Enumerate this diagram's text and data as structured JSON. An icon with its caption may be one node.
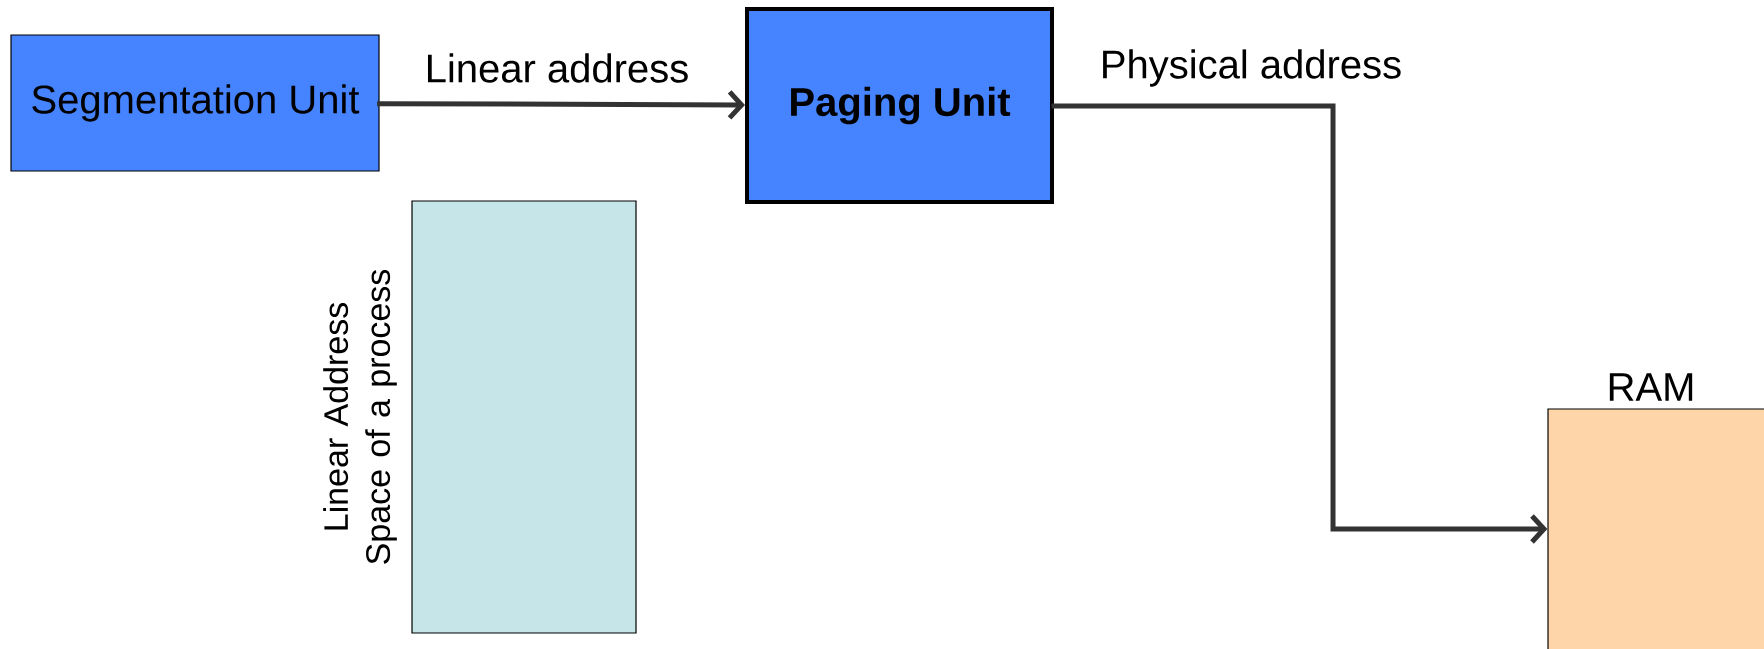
{
  "diagram": {
    "nodes": [
      {
        "text": [
          "Segmentation Unit"
        ]
      },
      {
        "text": [
          "Paging Unit"
        ]
      },
      {
        "text": [
          "Linear Address Space of a process"
        ]
      },
      {
        "text": [
          "RAM"
        ]
      }
    ],
    "edges": [
      {
        "from": 0,
        "to": 1,
        "arrow": "to",
        "label": "Linear address"
      },
      {
        "from": 1,
        "to": 3,
        "arrow": "to",
        "label": "Physical address"
      }
    ]
  }
}
